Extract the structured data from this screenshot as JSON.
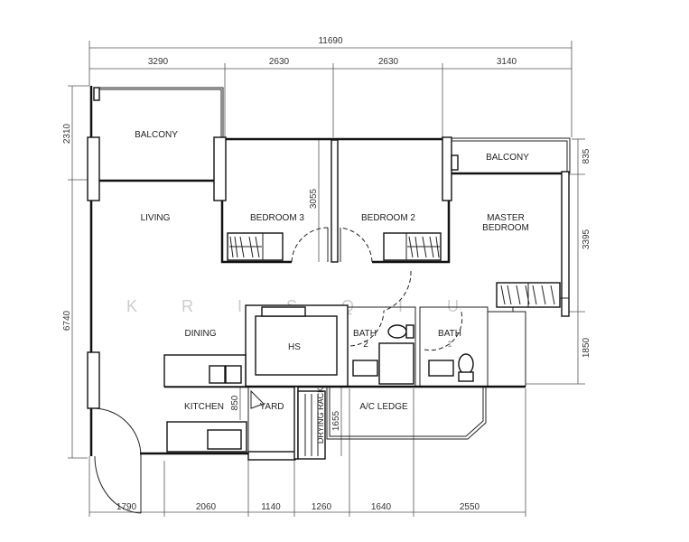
{
  "watermark": "K R I S   Q I U",
  "rooms": {
    "balcony_living": "BALCONY",
    "living": "LIVING",
    "bedroom3": "BEDROOM 3",
    "bedroom2": "BEDROOM 2",
    "master_line1": "MASTER",
    "master_line2": "BEDROOM",
    "balcony_master": "BALCONY",
    "dining": "DINING",
    "hs": "HS",
    "bath2_line1": "BATH",
    "bath2_line2": "2",
    "bath1_line1": "BATH",
    "bath1_line2": "1",
    "kitchen": "KITCHEN",
    "yard": "YARD",
    "drying_rack": "DRYING RACK",
    "ac_ledge": "A/C LEDGE"
  },
  "dimensions": {
    "overall_width": "11690",
    "top": [
      "3290",
      "2630",
      "2630",
      "3140"
    ],
    "bottom": [
      "1790",
      "2060",
      "1140",
      "1260",
      "1640",
      "2550"
    ],
    "left": [
      "2310",
      "6740"
    ],
    "right": [
      "835",
      "3395",
      "1850"
    ],
    "bedroom_depth": "3055",
    "kitchen_850": "850",
    "drying_1655": "1655"
  }
}
